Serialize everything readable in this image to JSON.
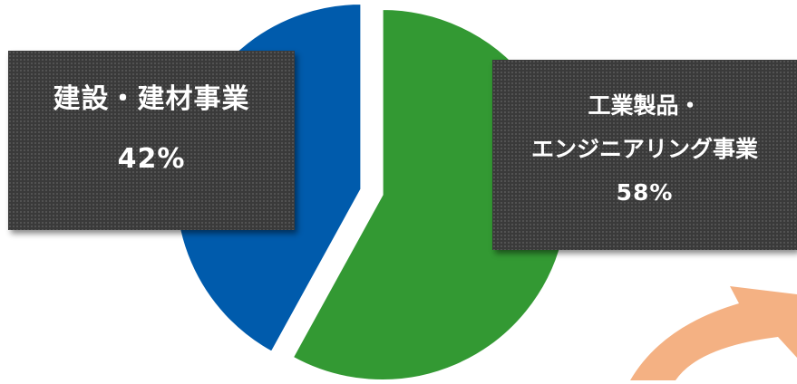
{
  "chart_data": {
    "type": "pie",
    "slices": [
      {
        "label_lines": [
          "建設・建材事業"
        ],
        "value": 42,
        "value_label": "42%",
        "color": "#005bac"
      },
      {
        "label_lines": [
          "工業製品・",
          "エンジニアリング事業"
        ],
        "value": 58,
        "value_label": "58%",
        "color": "#339933"
      }
    ],
    "start": "top",
    "exploded": true,
    "label_style": "dark callout boxes",
    "decoration": {
      "arrow_color": "#f4b183"
    }
  }
}
